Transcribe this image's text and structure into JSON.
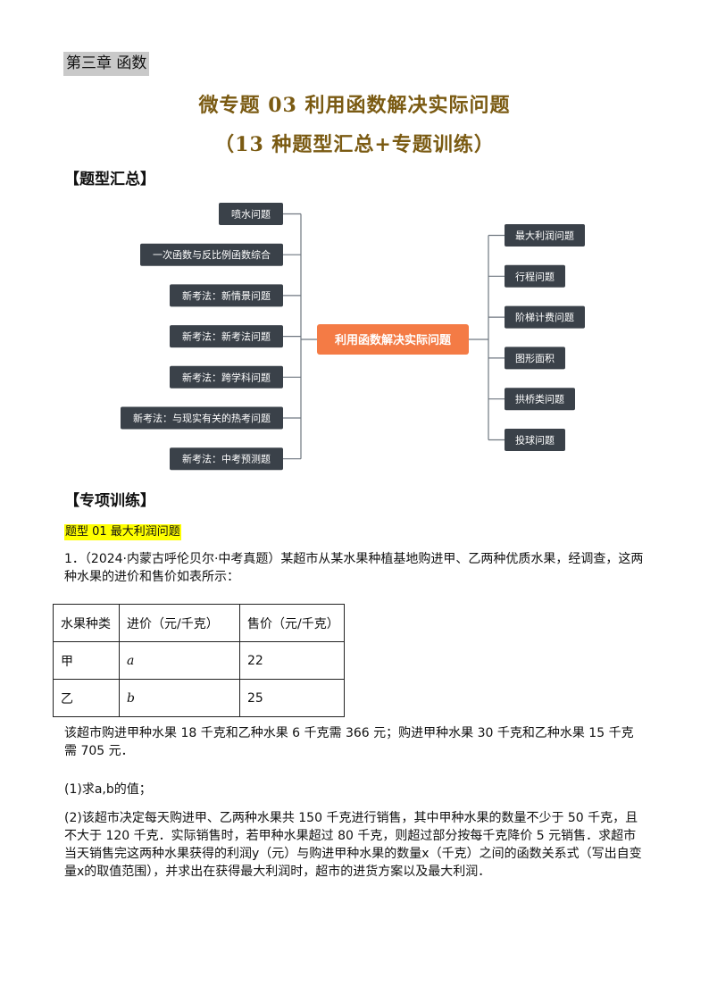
{
  "chapter": "第三章 函数",
  "title": {
    "line1": "微专题 03  利用函数解决实际问题",
    "line2": "（13 种题型汇总+专题训练）"
  },
  "section1": "【题型汇总】",
  "mindmap": {
    "center": "利用函数解决实际问题",
    "left": [
      "喷水问题",
      "一次函数与反比例函数综合",
      "新考法：新情景问题",
      "新考法：新考法问题",
      "新考法：跨学科问题",
      "新考法：与现实有关的热考问题",
      "新考法：中考预测题"
    ],
    "right": [
      "最大利润问题",
      "行程问题",
      "阶梯计费问题",
      "图形面积",
      "拱桥类问题",
      "投球问题"
    ],
    "colors": {
      "node": "#3a4149",
      "center": "#f47b45",
      "line": "#6f7780"
    }
  },
  "section2": "【专项训练】",
  "type_label": "题型 01  最大利润问题",
  "problem": {
    "intro": "1．（2024·内蒙古呼伦贝尔·中考真题）某超市从某水果种植基地购进甲、乙两种优质水果，经调查，这两种水果的进价和售价如表所示：",
    "table": {
      "headers": [
        "水果种类",
        "进价（元/千克）",
        "售价（元/千克）"
      ],
      "rows": [
        [
          "甲",
          "a",
          "22"
        ],
        [
          "乙",
          "b",
          "25"
        ]
      ]
    },
    "para1": "该超市购进甲种水果 18 千克和乙种水果 6 千克需 366 元；购进甲种水果 30 千克和乙种水果 15 千克需 705 元．",
    "q1": "(1)求a,b的值；",
    "q2": "(2)该超市决定每天购进甲、乙两种水果共 150 千克进行销售，其中甲种水果的数量不少于 50 千克，且不大于 120 千克．实际销售时，若甲种水果超过 80 千克，则超过部分按每千克降价 5 元销售．求超市当天销售完这两种水果获得的利润y（元）与购进甲种水果的数量x（千克）之间的函数关系式（写出自变量x的取值范围），并求出在获得最大利润时，超市的进货方案以及最大利润．"
  }
}
